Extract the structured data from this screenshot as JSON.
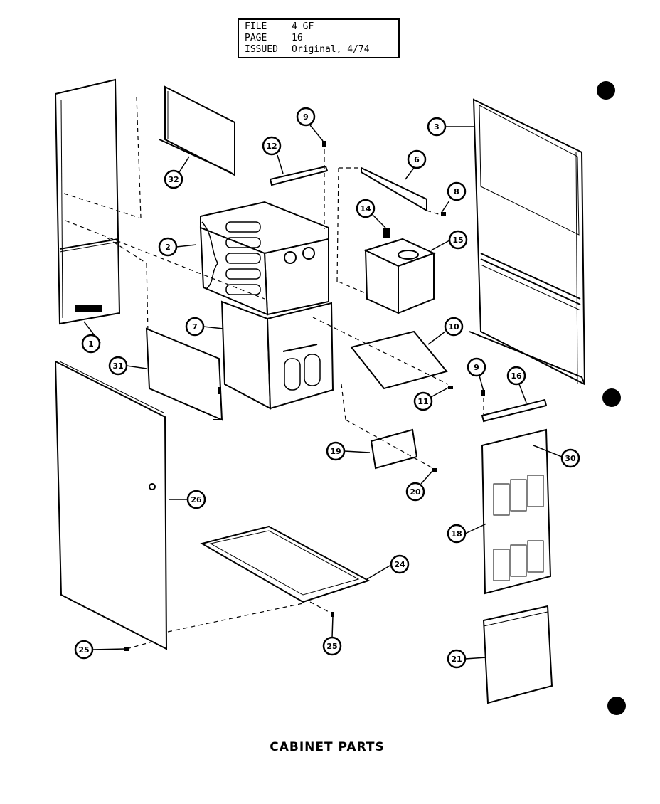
{
  "title_block": {
    "rows": [
      {
        "key": "FILE",
        "value": "4 GF"
      },
      {
        "key": "PAGE",
        "value": "16"
      },
      {
        "key": "ISSUED",
        "value": "Original, 4/74"
      }
    ]
  },
  "caption": "CABINET PARTS",
  "callouts": {
    "c1": "1",
    "c2": "2",
    "c3": "3",
    "c6": "6",
    "c7": "7",
    "c8": "8",
    "c9a": "9",
    "c9b": "9",
    "c10": "10",
    "c11": "11",
    "c12": "12",
    "c14": "14",
    "c15": "15",
    "c16": "16",
    "c18": "18",
    "c19": "19",
    "c20": "20",
    "c21": "21",
    "c24": "24",
    "c25a": "25",
    "c25b": "25",
    "c26": "26",
    "c30": "30",
    "c31": "31",
    "c32": "32"
  }
}
